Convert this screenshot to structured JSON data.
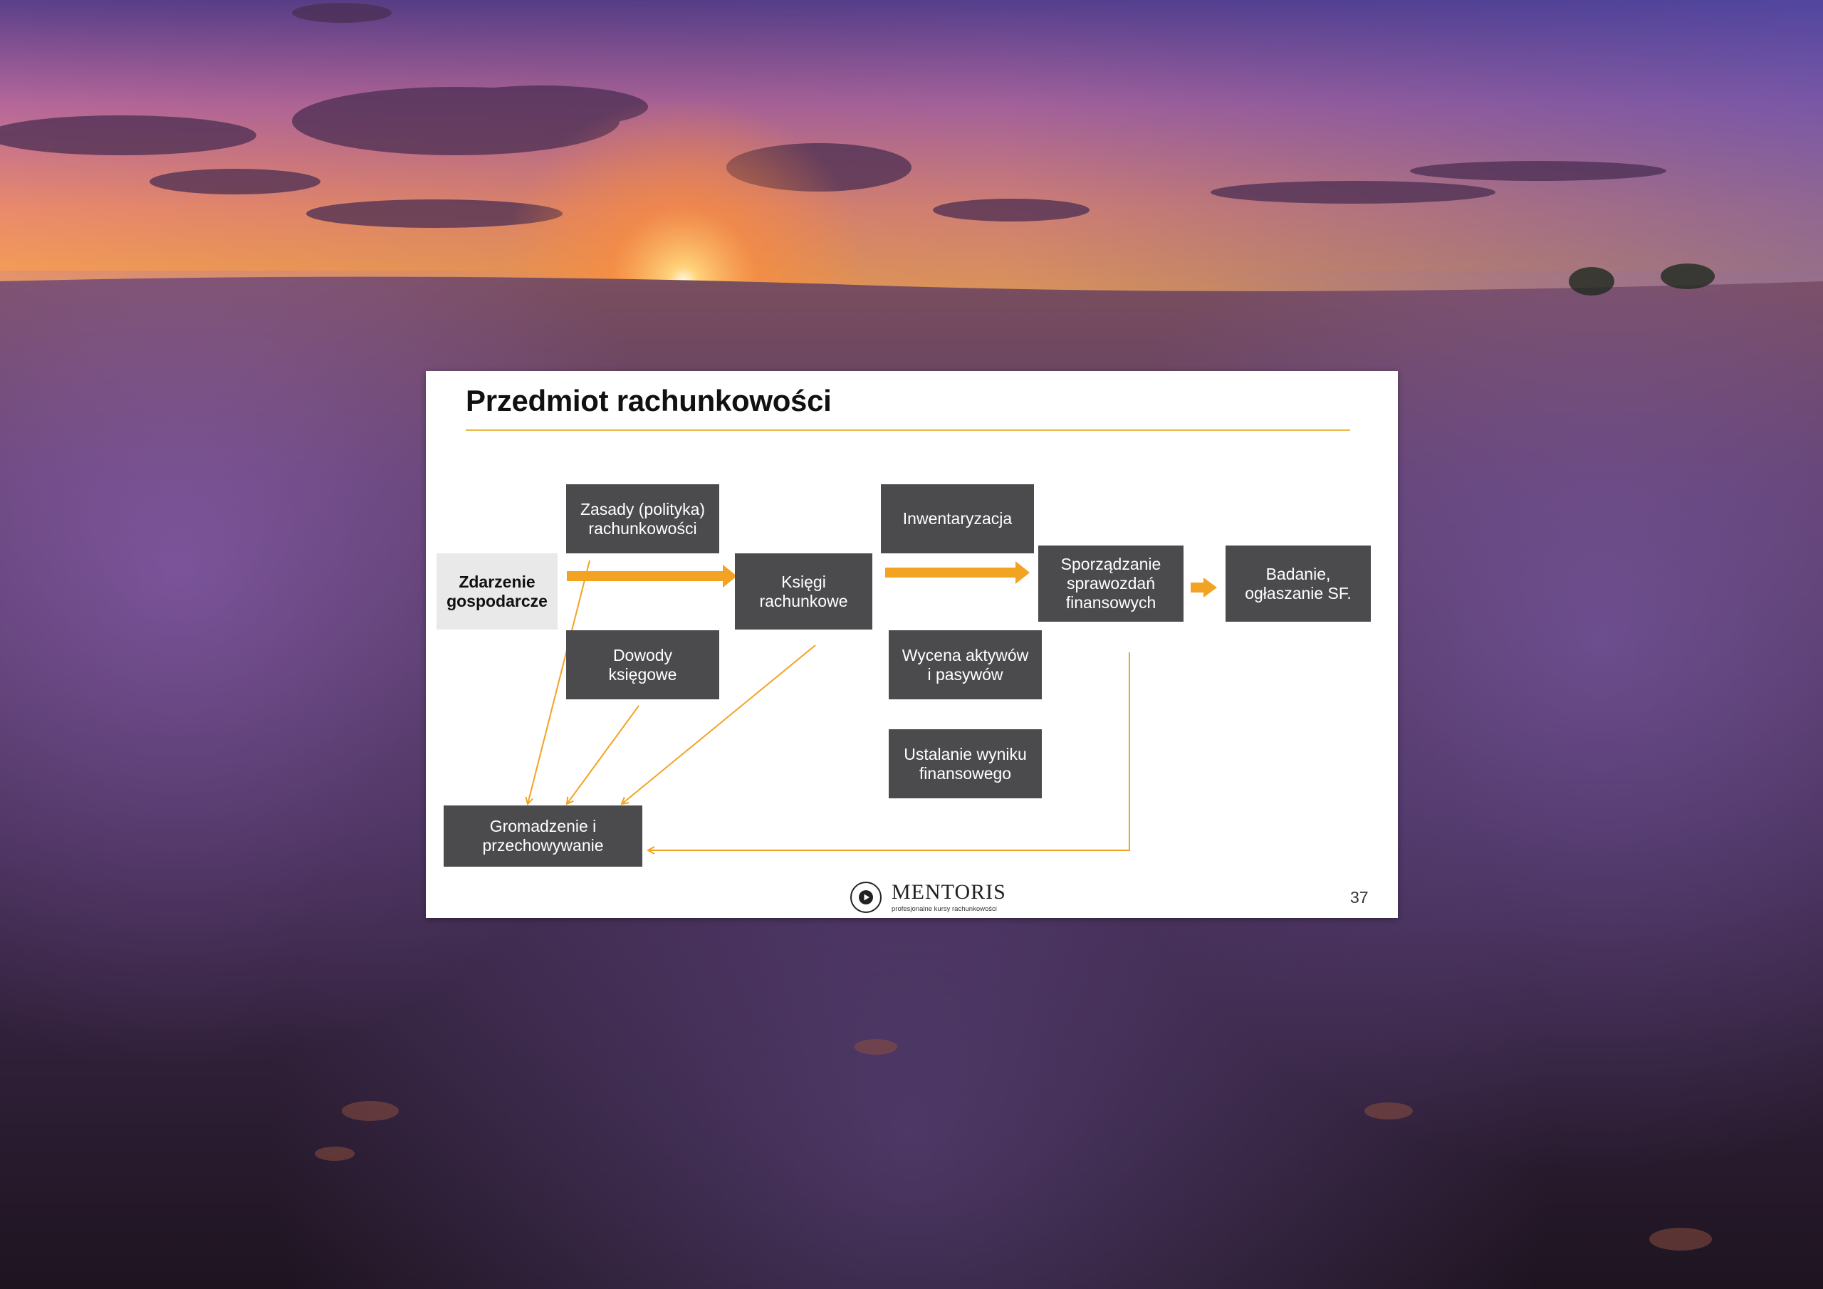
{
  "slide": {
    "title": "Przedmiot rachunkowości",
    "page_number": "37",
    "accent_color": "#f2a322",
    "box_color": "#4b4a4d",
    "rule_color": "#e8b84a"
  },
  "diagram": {
    "nodes": {
      "zdarzenie": {
        "line1": "Zdarzenie",
        "line2": "gospodarcze"
      },
      "zasady": {
        "line1": "Zasady (polityka)",
        "line2": "rachunkowości"
      },
      "dowody": {
        "line1": "Dowody",
        "line2": "księgowe"
      },
      "ksiegi": {
        "line1": "Księgi",
        "line2": "rachunkowe"
      },
      "inwentaryzacja": {
        "line1": "Inwentaryzacja"
      },
      "wycena": {
        "line1": "Wycena aktywów",
        "line2": "i pasywów"
      },
      "ustalanie": {
        "line1": "Ustalanie wyniku",
        "line2": "finansowego"
      },
      "sporzadzanie": {
        "line1": "Sporządzanie",
        "line2": "sprawozdań",
        "line3": "finansowych"
      },
      "badanie": {
        "line1": "Badanie,",
        "line2": "ogłaszanie SF."
      },
      "gromadzenie": {
        "line1": "Gromadzenie i",
        "line2": "przechowywanie"
      }
    },
    "edges": [
      {
        "from": "zdarzenie",
        "to": "ksiegi",
        "style": "thick"
      },
      {
        "from": "ksiegi",
        "to": "sporzadzanie",
        "style": "thick"
      },
      {
        "from": "sporzadzanie",
        "to": "badanie",
        "style": "thick"
      },
      {
        "from": "zasady",
        "to": "gromadzenie",
        "style": "thin"
      },
      {
        "from": "dowody",
        "to": "gromadzenie",
        "style": "thin"
      },
      {
        "from": "ksiegi",
        "to": "gromadzenie",
        "style": "thin"
      },
      {
        "from": "sporzadzanie",
        "to": "gromadzenie",
        "style": "thin-elbow"
      }
    ]
  },
  "logo": {
    "name": "MENTORIS",
    "tagline": "profesjonalne kursy rachunkowości"
  }
}
